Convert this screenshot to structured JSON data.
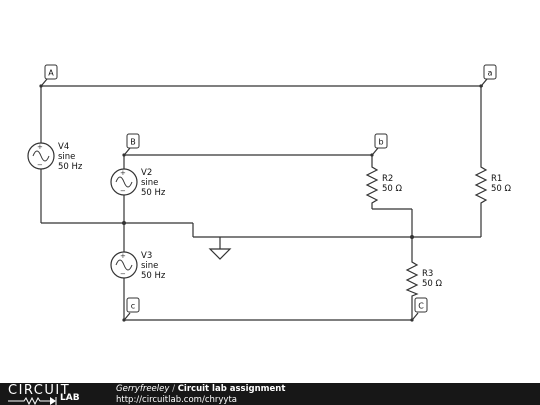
{
  "circuit": {
    "nodes": {
      "A": "A",
      "B": "B",
      "c_low": "c",
      "a": "a",
      "b": "b",
      "C_up": "C"
    },
    "sources": {
      "V4": {
        "name": "V4",
        "type": "sine",
        "freq": "50 Hz"
      },
      "V2": {
        "name": "V2",
        "type": "sine",
        "freq": "50 Hz"
      },
      "V3": {
        "name": "V3",
        "type": "sine",
        "freq": "50 Hz"
      }
    },
    "resistors": {
      "R1": {
        "name": "R1",
        "value": "50 Ω"
      },
      "R2": {
        "name": "R2",
        "value": "50 Ω"
      },
      "R3": {
        "name": "R3",
        "value": "50 Ω"
      }
    }
  },
  "footer": {
    "brand_top": "CIRCUIT",
    "brand_bottom": "LAB",
    "author": "Gerryfreeley",
    "separator": " / ",
    "title": "Circuit lab assignment",
    "url": "http://circuitlab.com/chryyta"
  },
  "colors": {
    "wire": "#333333",
    "footer_bg": "#171717",
    "footer_text": "#ffffff"
  },
  "icons": [
    "sine-source-icon",
    "resistor-icon",
    "ground-icon",
    "node-flag-icon",
    "circuitlab-wave-icon"
  ]
}
